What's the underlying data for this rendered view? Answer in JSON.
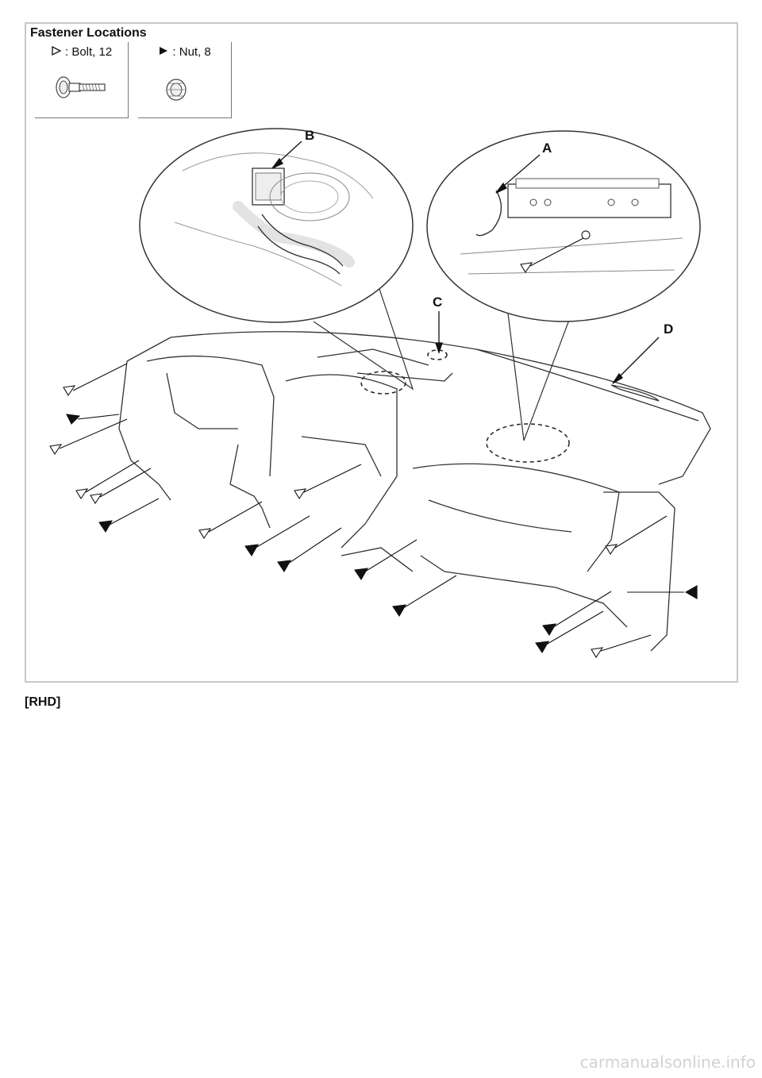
{
  "legend": {
    "title": "Fastener Locations",
    "bolt_label": ": Bolt, 12",
    "nut_label": ": Nut, 8"
  },
  "callouts": {
    "a": "A",
    "b": "B",
    "c": "C",
    "d": "D"
  },
  "variant_label": "[RHD]",
  "footer": "carmanualsonline.info",
  "icons": [
    "bolt-icon",
    "nut-icon",
    "open-triangle-marker",
    "filled-triangle-marker"
  ]
}
